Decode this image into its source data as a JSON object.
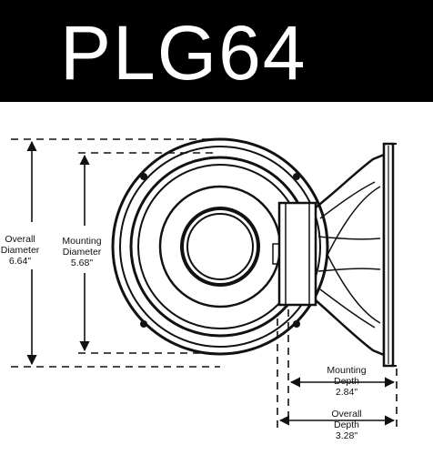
{
  "banner": {
    "title": "PLG64",
    "background": "#000000",
    "text_color": "#ffffff"
  },
  "dimensions": {
    "overall_diameter": {
      "label_line1": "Overall",
      "label_line2": "Diameter",
      "value": "6.64\""
    },
    "mounting_diameter": {
      "label_line1": "Mounting",
      "label_line2": "Diameter",
      "value": "5.68\""
    },
    "mounting_depth": {
      "label_line1": "Mounting",
      "label_line2": "Depth",
      "value": "2.84\""
    },
    "overall_depth": {
      "label_line1": "Overall",
      "label_line2": "Depth",
      "value": "3.28\""
    }
  }
}
